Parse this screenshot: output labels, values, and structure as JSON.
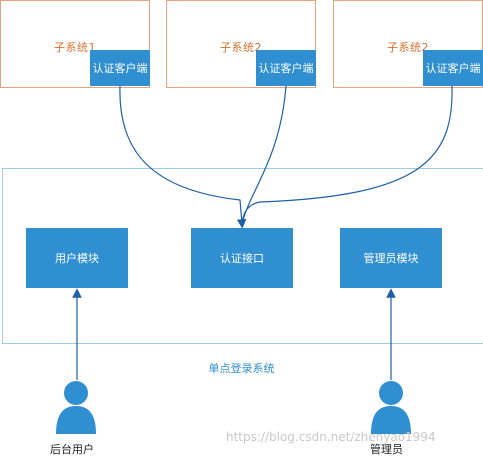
{
  "subsystems": [
    {
      "title": "子系统1",
      "client_label": "认证客户端"
    },
    {
      "title": "子系统2",
      "client_label": "认证客户端"
    },
    {
      "title": "子系统2",
      "client_label": "认证客户端"
    }
  ],
  "sso": {
    "label": "单点登录系统",
    "modules": {
      "user": "用户模块",
      "auth": "认证接口",
      "admin": "管理员模块"
    }
  },
  "actors": {
    "backend_user": "后台用户",
    "administrator": "管理员"
  },
  "watermark": "https://blog.csdn.net/zhenyao1994",
  "colors": {
    "module_fill": "#2f8fd0",
    "subsystem_border": "#e8a27e",
    "subsystem_text": "#d8702f",
    "frame_border": "#9ecbe6",
    "connector": "#1d5fa8"
  }
}
